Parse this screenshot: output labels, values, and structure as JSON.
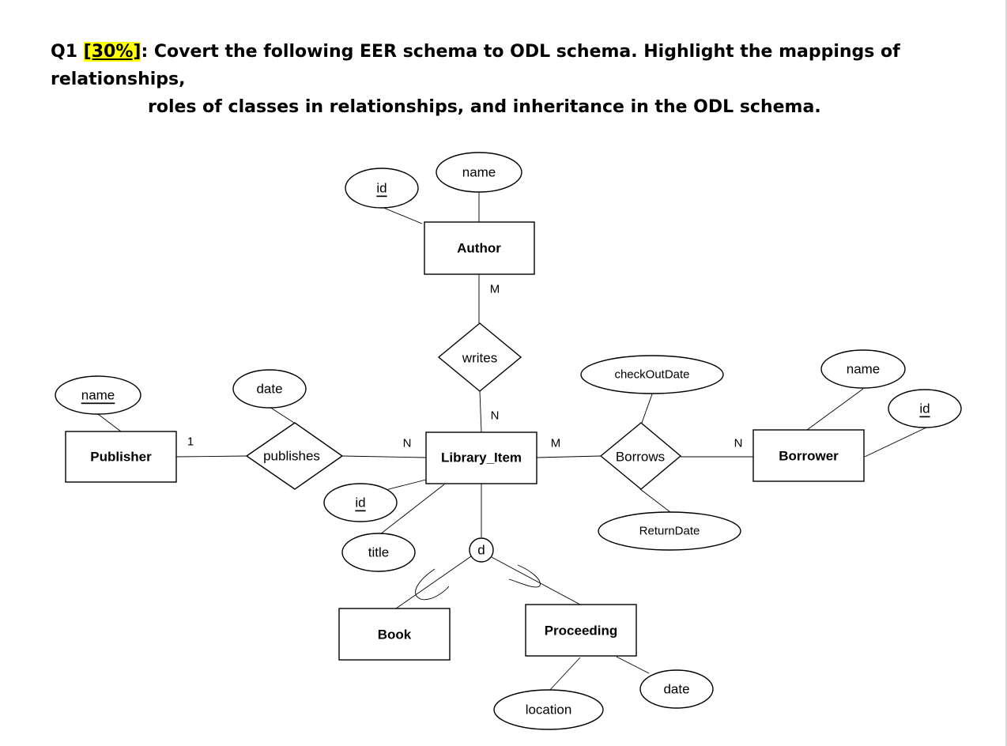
{
  "question": {
    "prefix": "Q1 ",
    "weight": "[30%]",
    "line1": ": Covert the following EER schema to ODL schema. Highlight the mappings of relationships,",
    "line2": "roles of classes in relationships, and inheritance in the ODL schema."
  },
  "colors": {
    "highlight": "#ffff00",
    "stroke": "#000000"
  },
  "entities": {
    "author": "Author",
    "publisher": "Publisher",
    "library_item": "Library_Item",
    "borrower": "Borrower",
    "book": "Book",
    "proceeding": "Proceeding"
  },
  "relationships": {
    "writes": "writes",
    "publishes": "publishes",
    "borrows": "Borrows"
  },
  "attributes": {
    "author_id": "id",
    "author_name": "name",
    "publisher_name": "name",
    "publishes_date": "date",
    "library_item_id": "id",
    "library_item_title": "title",
    "borrows_checkout": "checkOutDate",
    "borrows_return": "ReturnDate",
    "borrower_name": "name",
    "borrower_id": "id",
    "proceeding_date": "date",
    "proceeding_location": "location"
  },
  "cardinalities": {
    "author_writes": "M",
    "writes_item": "N",
    "publisher_publishes": "1",
    "publishes_item": "N",
    "item_borrows": "M",
    "borrows_borrower": "N"
  },
  "specialization": {
    "disjoint": "d"
  }
}
